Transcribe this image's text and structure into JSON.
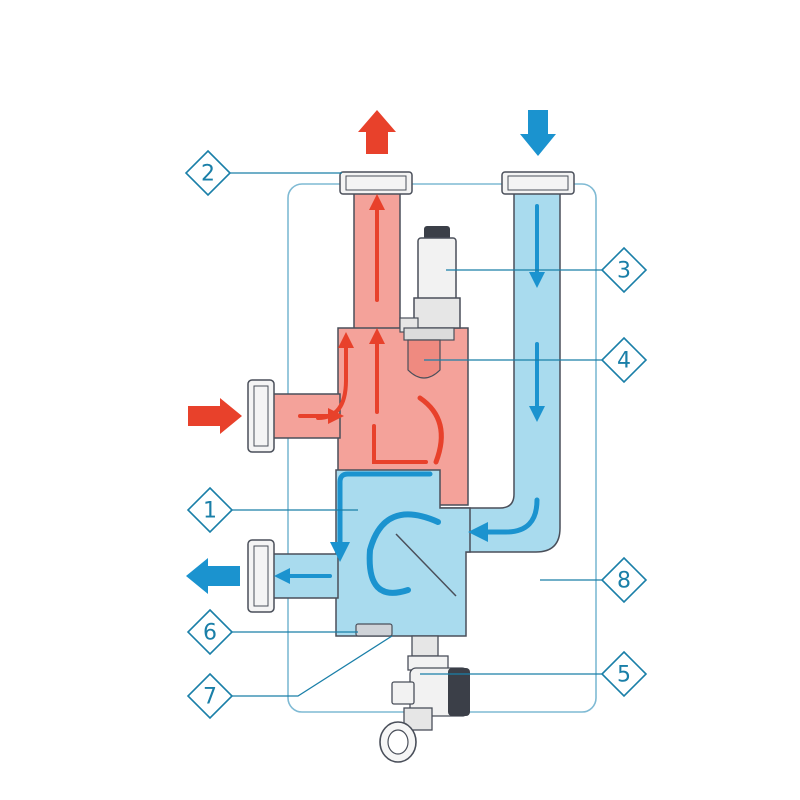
{
  "colors": {
    "hot": "#e8412b",
    "hot_fill": "#f4a29a",
    "cold": "#1b93cf",
    "cold_fill": "#a9dbee",
    "outline": "#4a4f5a",
    "callout": "#1a7fa8",
    "housing": "#7fbad4"
  },
  "callouts": [
    {
      "id": "c1",
      "label": "1"
    },
    {
      "id": "c2",
      "label": "2"
    },
    {
      "id": "c3",
      "label": "3"
    },
    {
      "id": "c4",
      "label": "4"
    },
    {
      "id": "c5",
      "label": "5"
    },
    {
      "id": "c6",
      "label": "6"
    },
    {
      "id": "c7",
      "label": "7"
    },
    {
      "id": "c8",
      "label": "8"
    }
  ],
  "icons": [
    "hot-outlet-arrow-icon",
    "cold-inlet-arrow-icon",
    "hot-inlet-arrow-icon",
    "cold-outlet-arrow-icon"
  ]
}
